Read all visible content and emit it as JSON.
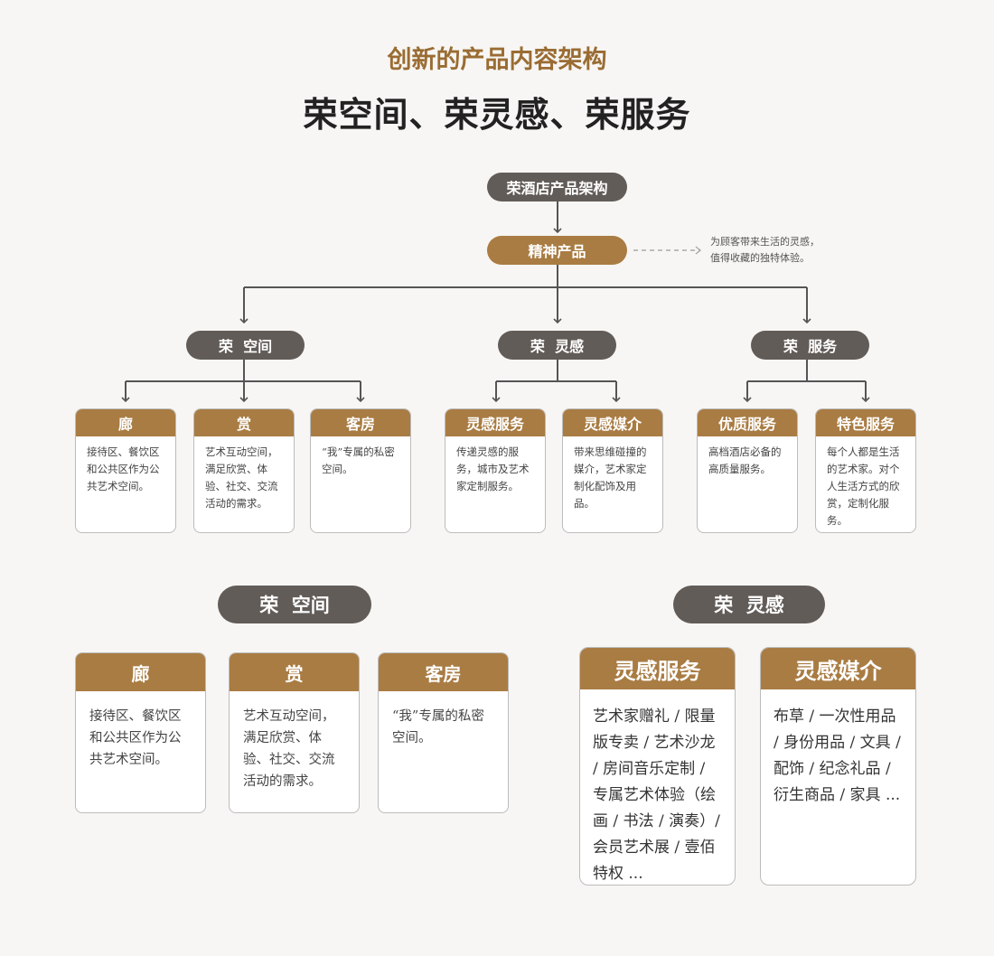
{
  "header": {
    "subtitle": "创新的产品内容架构",
    "title": "荣空间、荣灵感、荣服务"
  },
  "tree": {
    "root": "荣酒店产品架构",
    "spirit": "精神产品",
    "note": "为顾客带来生活的灵感，\n值得收藏的独特体验。",
    "branches": [
      {
        "label": "荣  空间",
        "cards": [
          {
            "title": "廊",
            "text": "接待区、餐饮区和公共区作为公共艺术空间。"
          },
          {
            "title": "赏",
            "text": "艺术互动空间，满足欣赏、体验、社交、交流活动的需求。"
          },
          {
            "title": "客房",
            "text": "“我”专属的私密空间。"
          }
        ]
      },
      {
        "label": "荣  灵感",
        "cards": [
          {
            "title": "灵感服务",
            "text": "传递灵感的服务，城市及艺术家定制服务。"
          },
          {
            "title": "灵感媒介",
            "text": "带来思维碰撞的媒介，艺术家定制化配饰及用品。"
          }
        ]
      },
      {
        "label": "荣  服务",
        "cards": [
          {
            "title": "优质服务",
            "text": "高档酒店必备的高质量服务。"
          },
          {
            "title": "特色服务",
            "text": "每个人都是生活的艺术家。对个人生活方式的欣赏，定制化服务。"
          }
        ]
      }
    ]
  },
  "detail": {
    "space": {
      "label": "荣  空间",
      "cards": [
        {
          "title": "廊",
          "text": "接待区、餐饮区和公共区作为公共艺术空间。"
        },
        {
          "title": "赏",
          "text": "艺术互动空间，满足欣赏、体验、社交、交流活动的需求。"
        },
        {
          "title": "客房",
          "text": "“我”专属的私密空间。"
        }
      ]
    },
    "inspiration": {
      "label": "荣  灵感",
      "cards": [
        {
          "title": "灵感服务",
          "text": "艺术家赠礼 / 限量版专卖 / 艺术沙龙 / 房间音乐定制 / 专属艺术体验（绘画 / 书法 / 演奏）/ 会员艺术展 / 壹佰特权 ..."
        },
        {
          "title": "灵感媒介",
          "text": "布草 / 一次性用品 / 身份用品 / 文具 / 配饰 / 纪念礼品 / 衍生商品 / 家具 ..."
        }
      ]
    }
  },
  "colors": {
    "gold": "#a97c43",
    "dark": "#625c58",
    "title_gold": "#9a6c33"
  }
}
